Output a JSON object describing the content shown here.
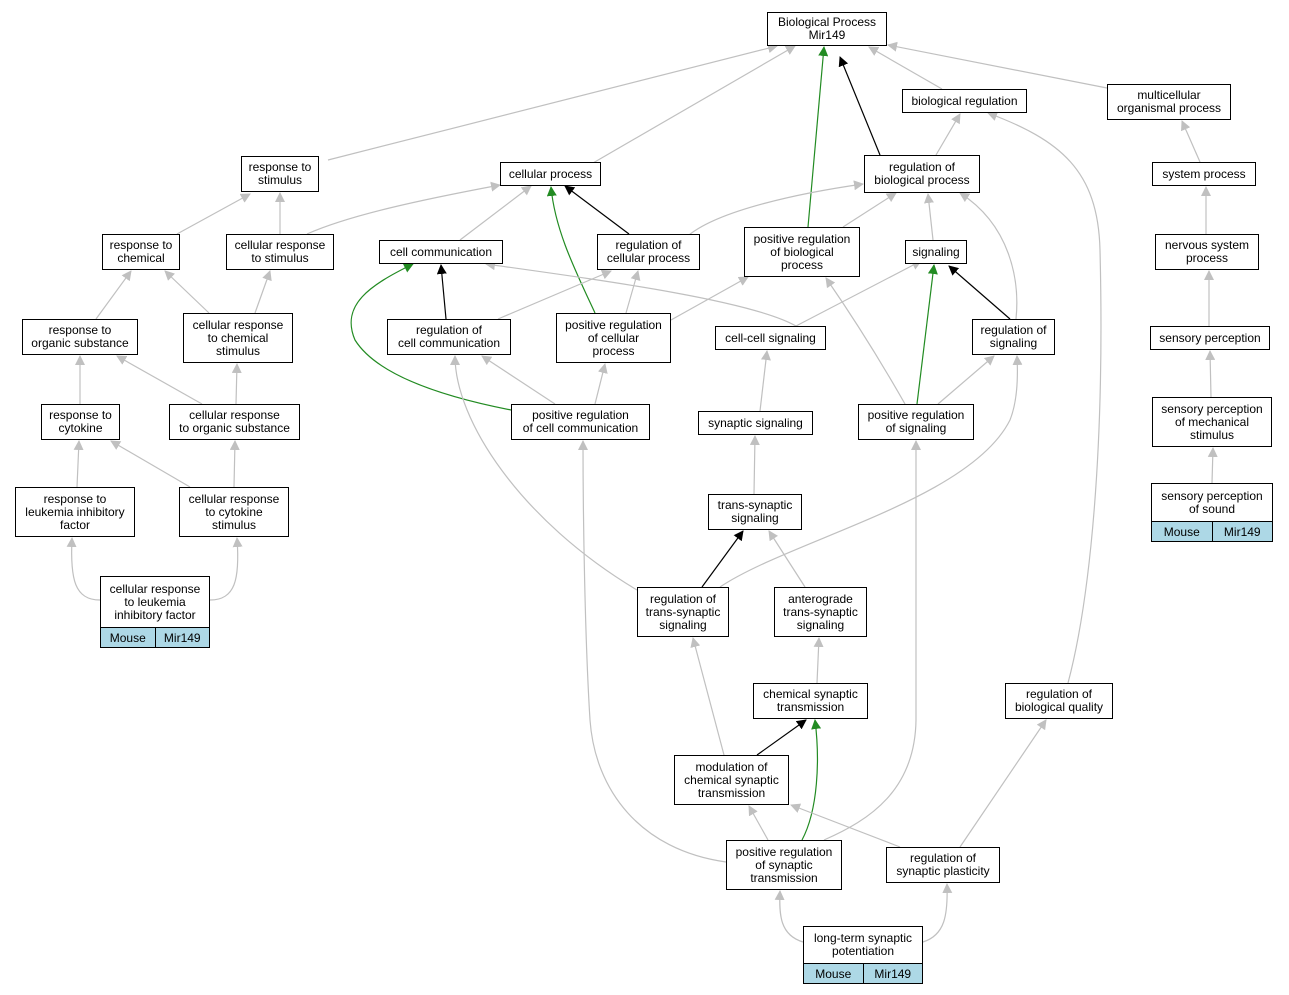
{
  "colors": {
    "gray": "#c0c0c0",
    "black": "#000000",
    "green": "#228b22",
    "tag": "#add8e6"
  },
  "nodes": {
    "bp": "Biological Process\nMir149",
    "biological_regulation": "biological regulation",
    "multicellular": "multicellular\norganismal process",
    "response_to_stimulus": "response to\nstimulus",
    "cellular_process": "cellular process",
    "reg_bio_process": "regulation of\nbiological process",
    "system_process": "system process",
    "response_to_chemical": "response to\nchemical",
    "cellular_response_stimulus": "cellular response\nto stimulus",
    "cell_communication": "cell communication",
    "reg_cellular_process": "regulation of\ncellular process",
    "pos_reg_bio_process": "positive regulation\nof biological\nprocess",
    "signaling": "signaling",
    "nervous_system_process": "nervous system\nprocess",
    "response_organic": "response to\norganic substance",
    "cellular_response_chemical": "cellular response\nto chemical\nstimulus",
    "reg_cell_comm": "regulation of\ncell communication",
    "pos_reg_cellular_process": "positive regulation\nof cellular\nprocess",
    "cell_cell_signaling": "cell-cell signaling",
    "reg_signaling": "regulation of\nsignaling",
    "sensory_perception": "sensory perception",
    "response_cytokine": "response to\ncytokine",
    "cellular_response_organic": "cellular response\nto organic substance",
    "pos_reg_cell_comm": "positive regulation\nof cell communication",
    "synaptic_signaling": "synaptic signaling",
    "pos_reg_signaling": "positive regulation\nof signaling",
    "sensory_mech": "sensory perception\nof mechanical\nstimulus",
    "response_lif": "response to\nleukemia inhibitory\nfactor",
    "cellular_response_cytokine": "cellular response\nto cytokine\nstimulus",
    "trans_synaptic": "trans-synaptic\nsignaling",
    "sensory_sound": "sensory perception\nof sound",
    "cellular_response_lif": "cellular response\nto leukemia\ninhibitory factor",
    "reg_trans_synaptic": "regulation of\ntrans-synaptic\nsignaling",
    "anterograde": "anterograde\ntrans-synaptic\nsignaling",
    "chem_synaptic": "chemical synaptic\ntransmission",
    "reg_bio_quality": "regulation of\nbiological quality",
    "modulation_chem": "modulation of\nchemical synaptic\ntransmission",
    "pos_reg_synaptic": "positive regulation\nof synaptic\ntransmission",
    "reg_synaptic_plasticity": "regulation of\nsynaptic plasticity",
    "ltp": "long-term synaptic\npotentiation"
  },
  "tags": {
    "organism": "Mouse",
    "gene": "Mir149"
  }
}
